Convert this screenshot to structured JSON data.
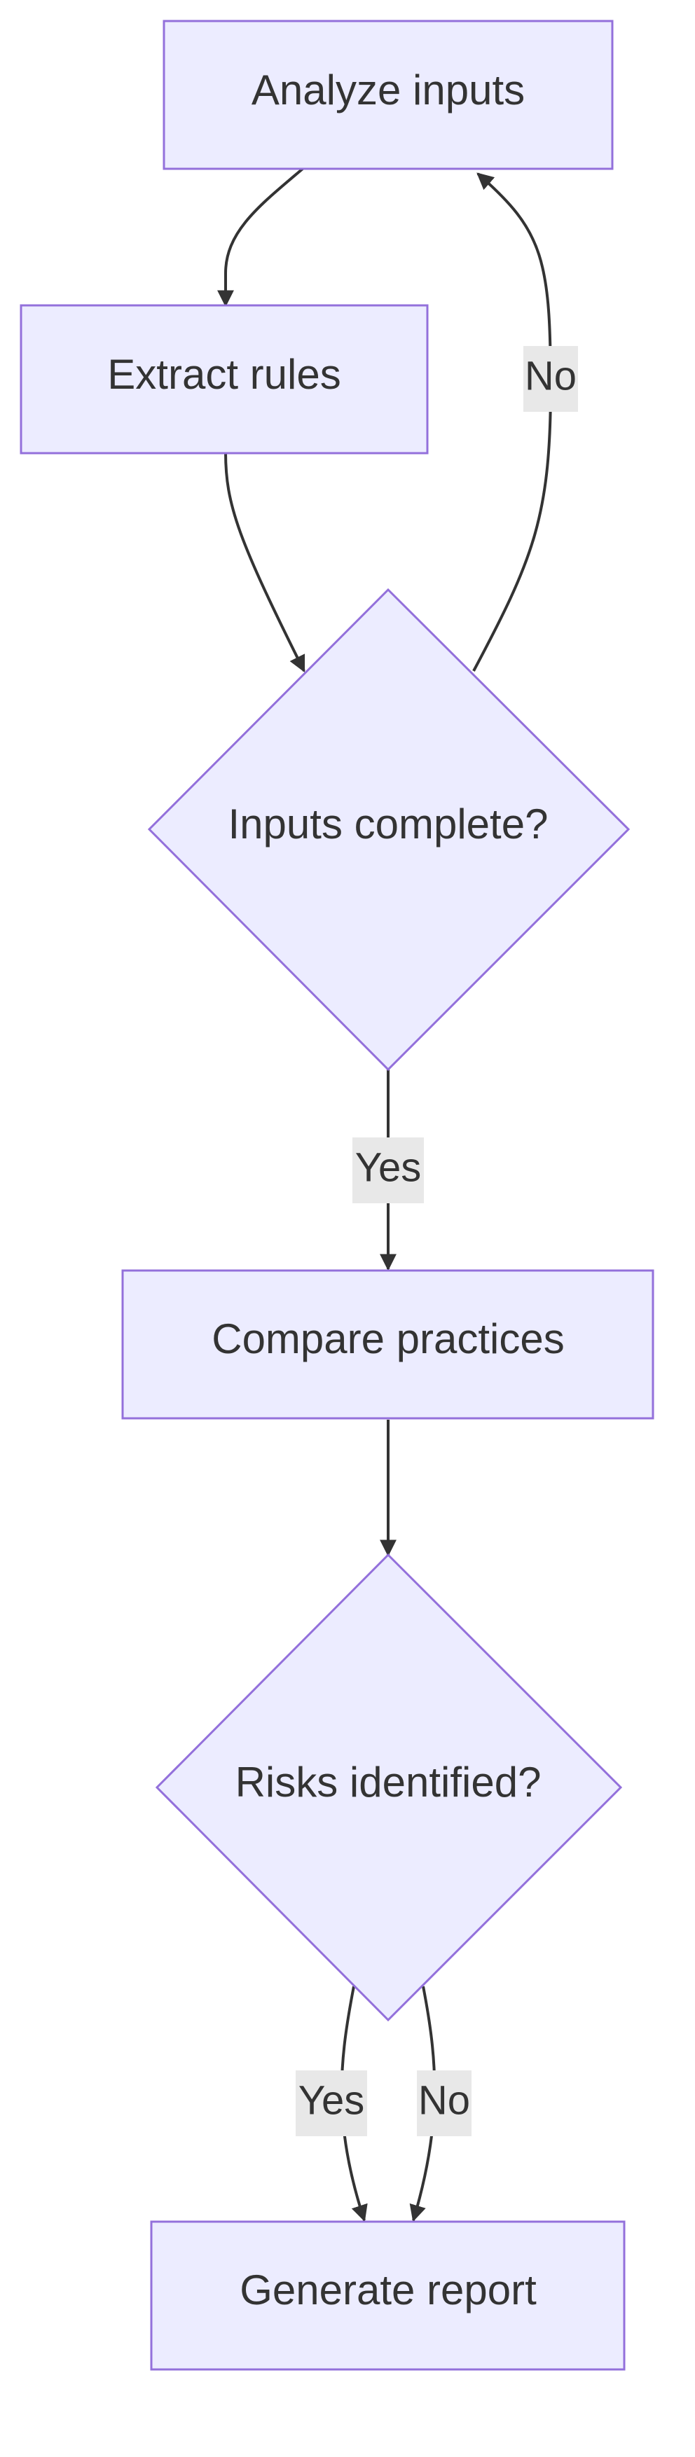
{
  "diagram": {
    "type": "flowchart",
    "colors": {
      "node_fill": "#ececff",
      "node_stroke": "#9370db",
      "edge": "#333333",
      "text": "#333333",
      "edge_label_bg": "#e8e8e8"
    },
    "nodes": {
      "analyze": "Analyze inputs",
      "extract": "Extract rules",
      "inputs_complete": "Inputs complete?",
      "compare": "Compare practices",
      "risks": "Risks identified?",
      "report": "Generate report"
    },
    "edges": [
      {
        "from": "Analyze inputs",
        "to": "Extract rules",
        "label": ""
      },
      {
        "from": "Extract rules",
        "to": "Inputs complete?",
        "label": ""
      },
      {
        "from": "Inputs complete?",
        "to": "Analyze inputs",
        "label": "No"
      },
      {
        "from": "Inputs complete?",
        "to": "Compare practices",
        "label": "Yes"
      },
      {
        "from": "Compare practices",
        "to": "Risks identified?",
        "label": ""
      },
      {
        "from": "Risks identified?",
        "to": "Generate report",
        "label": "Yes"
      },
      {
        "from": "Risks identified?",
        "to": "Generate report",
        "label": "No"
      }
    ]
  }
}
